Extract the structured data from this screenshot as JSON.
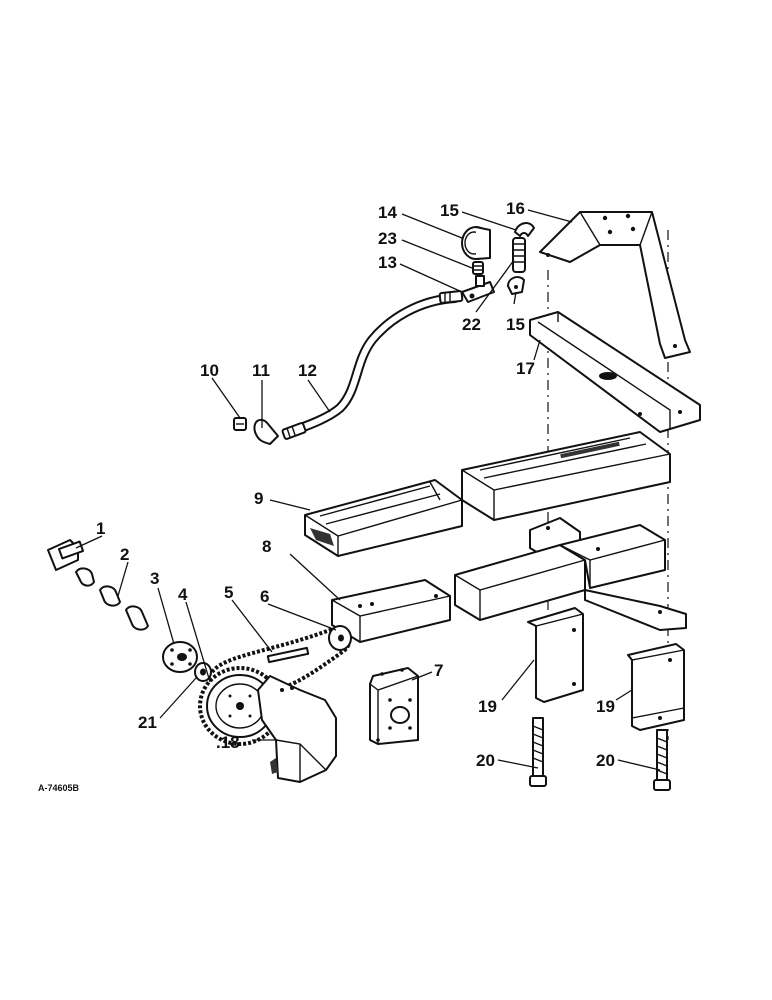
{
  "diagram": {
    "drawing_number": "A-74605B",
    "part_labels": [
      {
        "id": "1",
        "text": "1"
      },
      {
        "id": "2",
        "text": "2"
      },
      {
        "id": "3",
        "text": "3"
      },
      {
        "id": "4",
        "text": "4"
      },
      {
        "id": "5",
        "text": "5"
      },
      {
        "id": "6",
        "text": "6"
      },
      {
        "id": "7",
        "text": "7"
      },
      {
        "id": "8",
        "text": "8"
      },
      {
        "id": "9",
        "text": "9"
      },
      {
        "id": "10",
        "text": "10"
      },
      {
        "id": "11",
        "text": "11"
      },
      {
        "id": "12",
        "text": "12"
      },
      {
        "id": "13",
        "text": "13"
      },
      {
        "id": "14",
        "text": "14"
      },
      {
        "id": "15a",
        "text": "15"
      },
      {
        "id": "15b",
        "text": "15"
      },
      {
        "id": "16",
        "text": "16"
      },
      {
        "id": "17",
        "text": "17"
      },
      {
        "id": "18",
        "text": ".18"
      },
      {
        "id": "19a",
        "text": "19"
      },
      {
        "id": "19b",
        "text": "19"
      },
      {
        "id": "20a",
        "text": "20"
      },
      {
        "id": "20b",
        "text": "20"
      },
      {
        "id": "21",
        "text": "21"
      },
      {
        "id": "22",
        "text": "22"
      },
      {
        "id": "23",
        "text": "23"
      }
    ],
    "colors": {
      "ink": "#111111",
      "paper": "#ffffff"
    }
  }
}
